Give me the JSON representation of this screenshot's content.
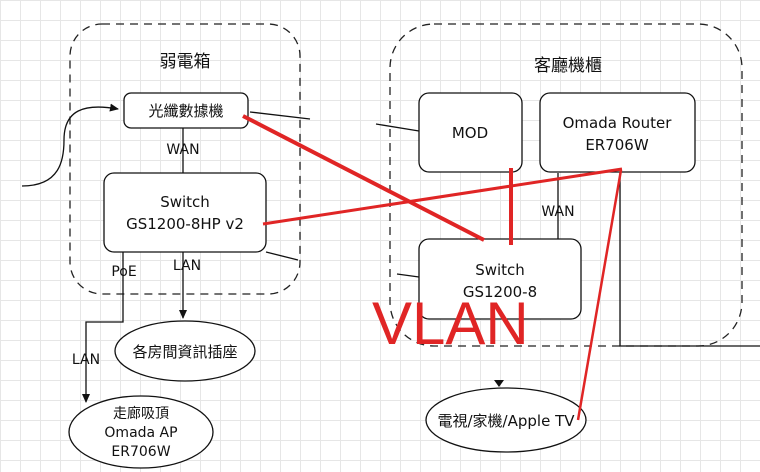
{
  "zones": {
    "weak_box": "弱電箱",
    "living_cabinet": "客廳機櫃"
  },
  "nodes": {
    "ont": "光纖數據機",
    "switch_main": [
      "Switch",
      "GS1200-8HP v2"
    ],
    "mod": "MOD",
    "router": [
      "Omada Router",
      "ER706W"
    ],
    "switch_living": [
      "Switch",
      "GS1200-8"
    ],
    "rooms": "各房間資訊插座",
    "ap": [
      "走廊吸頂",
      "Omada AP",
      "ER706W"
    ],
    "tv": "電視/家機/Apple TV"
  },
  "edges": {
    "wan_top": "WAN",
    "wan_router": "WAN",
    "poe": "PoE",
    "lan_rooms": "LAN",
    "lan_ap": "LAN"
  },
  "overlay": {
    "vlan": "VLAN",
    "color": "#e02525"
  }
}
